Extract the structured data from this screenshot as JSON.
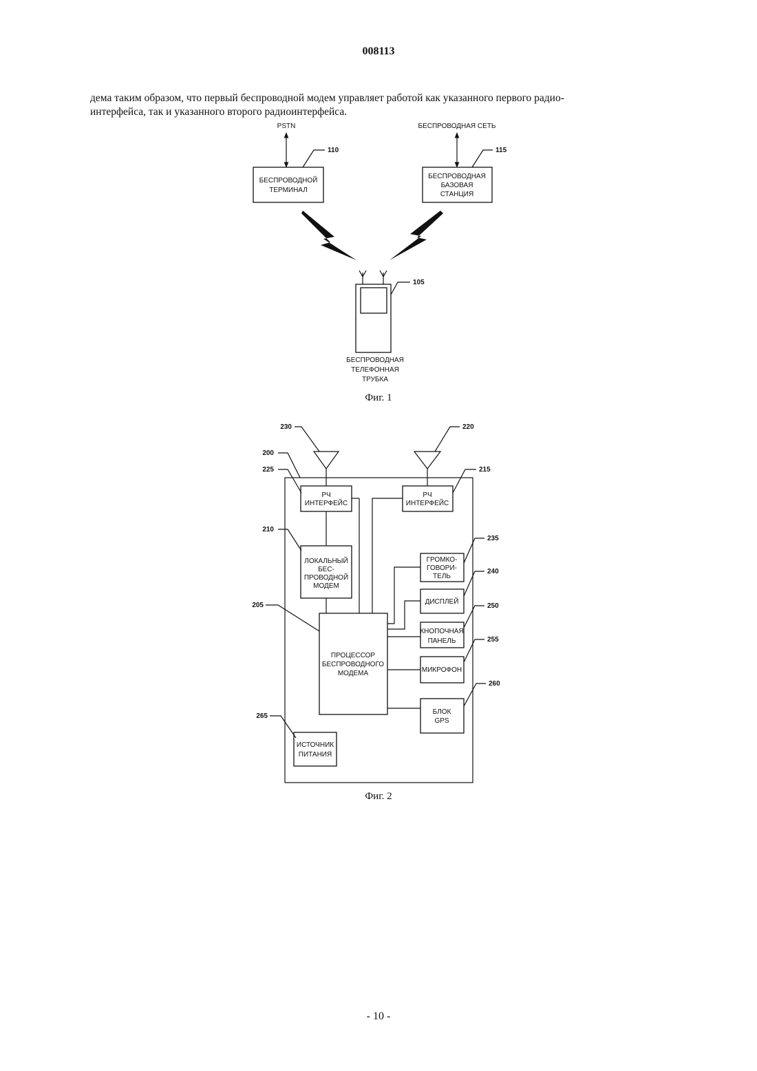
{
  "header": {
    "page_id": "008113"
  },
  "body": {
    "line1": "дема таким образом, что первый беспроводной модем управляет работой как указанного первого радио-",
    "line2": "интерфейса, так и указанного второго радиоинтерфейса."
  },
  "fig1": {
    "pstn": "PSTN",
    "wireless_network": "БЕСПРОВОДНАЯ СЕТЬ",
    "terminal": {
      "ref": "110",
      "l1": "БЕСПРОВОДНОЙ",
      "l2": "ТЕРМИНАЛ"
    },
    "base_station": {
      "ref": "115",
      "l1": "БЕСПРОВОДНАЯ",
      "l2": "БАЗОВАЯ",
      "l3": "СТАНЦИЯ"
    },
    "handset": {
      "ref": "105",
      "l1": "БЕСПРОВОДНАЯ",
      "l2": "ТЕЛЕФОННАЯ",
      "l3": "ТРУБКА"
    },
    "caption": "Фиг. 1"
  },
  "fig2": {
    "ref_230": "230",
    "ref_220": "220",
    "ref_200": "200",
    "ref_225": "225",
    "ref_215": "215",
    "ref_210": "210",
    "ref_235": "235",
    "ref_240": "240",
    "ref_205": "205",
    "ref_250": "250",
    "ref_255": "255",
    "ref_260": "260",
    "ref_265": "265",
    "rf_left": {
      "l1": "РЧ",
      "l2": "ИНТЕРФЕЙС"
    },
    "rf_right": {
      "l1": "РЧ",
      "l2": "ИНТЕРФЕЙС"
    },
    "local_modem": {
      "l1": "ЛОКАЛЬНЫЙ",
      "l2": "БЕС-",
      "l3": "ПРОВОДНОЙ",
      "l4": "МОДЕМ"
    },
    "speaker": {
      "l1": "ГРОМКО-",
      "l2": "ГОВОРИ-",
      "l3": "ТЕЛЬ"
    },
    "display": "ДИСПЛЕЙ",
    "keypad": {
      "l1": "КНОПОЧНАЯ",
      "l2": "ПАНЕЛЬ"
    },
    "processor": {
      "l1": "ПРОЦЕССОР",
      "l2": "БЕСПРОВОДНОГО",
      "l3": "МОДЕМА"
    },
    "microphone": "МИКРОФОН",
    "gps": {
      "l1": "БЛОК",
      "l2": "GPS"
    },
    "power": {
      "l1": "ИСТОЧНИК",
      "l2": "ПИТАНИЯ"
    },
    "caption": "Фиг. 2"
  },
  "footer": {
    "page_number": "- 10 -"
  }
}
